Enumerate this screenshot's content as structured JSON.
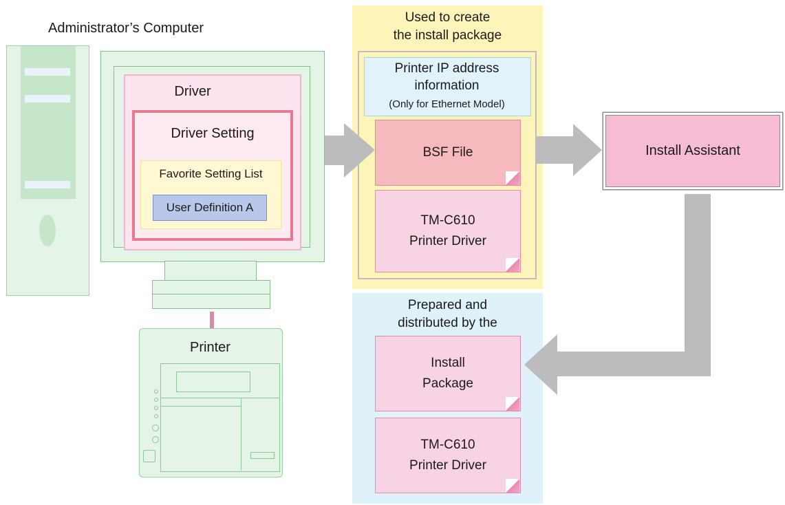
{
  "labels": {
    "computer_title": "Administrator’s Computer",
    "driver": "Driver",
    "driver_setting": "Driver Setting",
    "favorite_list": "Favorite Setting List",
    "user_definition": "User Definition A",
    "printer": "Printer",
    "used_to_create": [
      "Used to create",
      "the install package"
    ],
    "ip_info": [
      "Printer IP address",
      "information"
    ],
    "ip_note": "(Only for Ethernet Model)",
    "bsf_file": "BSF File",
    "printer_driver_1": [
      "TM-C610",
      "Printer Driver"
    ],
    "install_assistant": "Install Assistant",
    "prepared_by": [
      "Prepared and",
      "distributed by the"
    ],
    "install_package": [
      "Install",
      "Package"
    ],
    "printer_driver_2": [
      "TM-C610",
      "Printer Driver"
    ]
  },
  "colors": {
    "yellow_zone": "#fcf4b8",
    "blue_zone": "#dff1f9",
    "arrow": "#bcbcbe",
    "computer_green": "#7fc08b",
    "doc_pink": "#f8d3e4",
    "assistant_pink": "#f6bcd4"
  }
}
